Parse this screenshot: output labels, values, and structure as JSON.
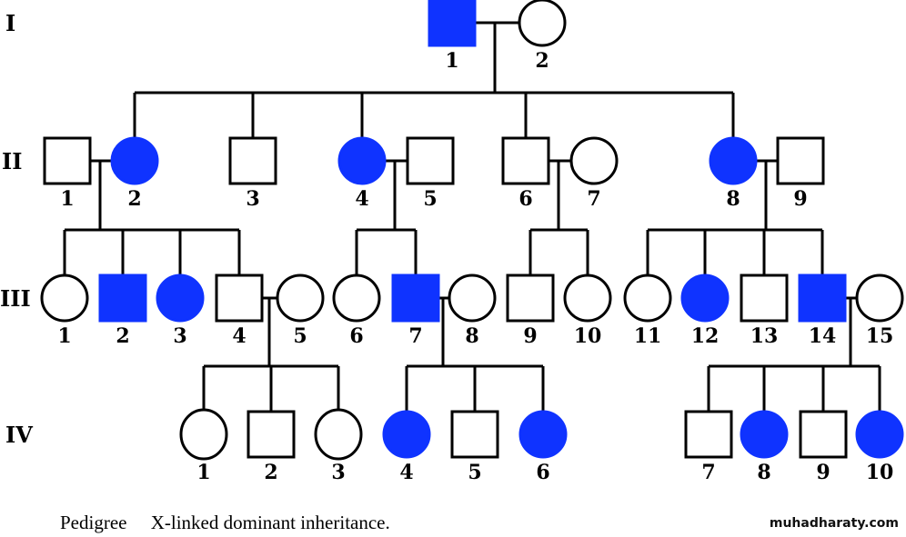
{
  "title": "Pedigree X-linked dominant inheritance",
  "colors": {
    "affected": "#0f33ff",
    "unaffected": "#ffffff",
    "outline": "#000000"
  },
  "generations": [
    {
      "label": "I",
      "members": [
        {
          "id": "1",
          "sex": "male",
          "affected": true
        },
        {
          "id": "2",
          "sex": "female",
          "affected": false
        }
      ]
    },
    {
      "label": "II",
      "members": [
        {
          "id": "1",
          "sex": "male",
          "affected": false
        },
        {
          "id": "2",
          "sex": "female",
          "affected": true
        },
        {
          "id": "3",
          "sex": "male",
          "affected": false
        },
        {
          "id": "4",
          "sex": "female",
          "affected": true
        },
        {
          "id": "5",
          "sex": "male",
          "affected": false
        },
        {
          "id": "6",
          "sex": "male",
          "affected": false
        },
        {
          "id": "7",
          "sex": "female",
          "affected": false
        },
        {
          "id": "8",
          "sex": "female",
          "affected": true
        },
        {
          "id": "9",
          "sex": "male",
          "affected": false
        }
      ]
    },
    {
      "label": "III",
      "members": [
        {
          "id": "1",
          "sex": "female",
          "affected": false
        },
        {
          "id": "2",
          "sex": "male",
          "affected": true
        },
        {
          "id": "3",
          "sex": "female",
          "affected": true
        },
        {
          "id": "4",
          "sex": "male",
          "affected": false
        },
        {
          "id": "5",
          "sex": "female",
          "affected": false
        },
        {
          "id": "6",
          "sex": "female",
          "affected": false
        },
        {
          "id": "7",
          "sex": "male",
          "affected": true
        },
        {
          "id": "8",
          "sex": "female",
          "affected": false
        },
        {
          "id": "9",
          "sex": "male",
          "affected": false
        },
        {
          "id": "10",
          "sex": "female",
          "affected": false
        },
        {
          "id": "11",
          "sex": "female",
          "affected": false
        },
        {
          "id": "12",
          "sex": "female",
          "affected": true
        },
        {
          "id": "13",
          "sex": "male",
          "affected": false
        },
        {
          "id": "14",
          "sex": "male",
          "affected": true
        },
        {
          "id": "15",
          "sex": "female",
          "affected": false
        }
      ]
    },
    {
      "label": "IV",
      "members": [
        {
          "id": "1",
          "sex": "female",
          "affected": false
        },
        {
          "id": "2",
          "sex": "male",
          "affected": false
        },
        {
          "id": "3",
          "sex": "female",
          "affected": false
        },
        {
          "id": "4",
          "sex": "female",
          "affected": true
        },
        {
          "id": "5",
          "sex": "male",
          "affected": false
        },
        {
          "id": "6",
          "sex": "female",
          "affected": true
        },
        {
          "id": "7",
          "sex": "male",
          "affected": false
        },
        {
          "id": "8",
          "sex": "female",
          "affected": true
        },
        {
          "id": "9",
          "sex": "male",
          "affected": false
        },
        {
          "id": "10",
          "sex": "female",
          "affected": true
        }
      ]
    }
  ],
  "matings": [
    {
      "partners": [
        "I-1",
        "I-2"
      ],
      "children": [
        "II-2",
        "II-3",
        "II-4",
        "II-6",
        "II-8"
      ]
    },
    {
      "partners": [
        "II-1",
        "II-2"
      ],
      "children": [
        "III-1",
        "III-2",
        "III-3",
        "III-4"
      ]
    },
    {
      "partners": [
        "II-4",
        "II-5"
      ],
      "children": [
        "III-6",
        "III-7"
      ]
    },
    {
      "partners": [
        "II-6",
        "II-7"
      ],
      "children": [
        "III-9",
        "III-10"
      ]
    },
    {
      "partners": [
        "II-8",
        "II-9"
      ],
      "children": [
        "III-11",
        "III-12",
        "III-13",
        "III-14"
      ]
    },
    {
      "partners": [
        "III-4",
        "III-5"
      ],
      "children": [
        "IV-1",
        "IV-2",
        "IV-3"
      ]
    },
    {
      "partners": [
        "III-7",
        "III-8"
      ],
      "children": [
        "IV-4",
        "IV-5",
        "IV-6"
      ]
    },
    {
      "partners": [
        "III-14",
        "III-15"
      ],
      "children": [
        "IV-7",
        "IV-8",
        "IV-9",
        "IV-10"
      ]
    }
  ],
  "caption": {
    "prefix": "Pedigree",
    "text": "X-linked dominant inheritance."
  },
  "watermark": "muhadharaty.com"
}
